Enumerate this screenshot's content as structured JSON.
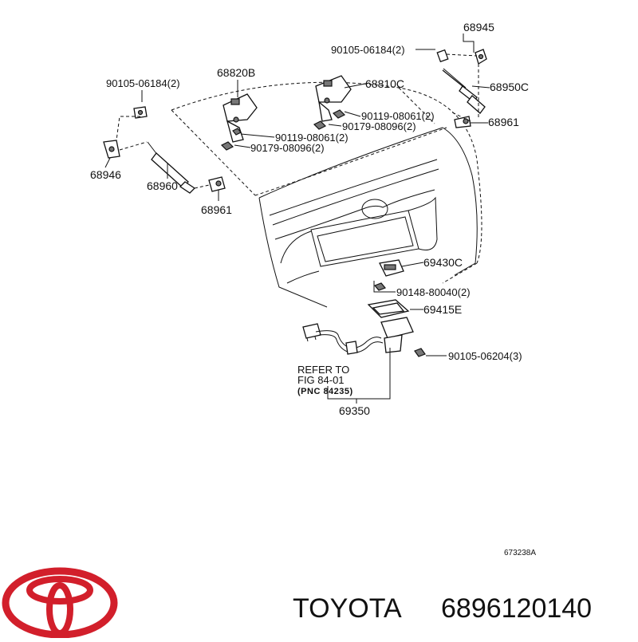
{
  "callouts": {
    "c68945": "68945",
    "c90105a": "90105-06184(2)",
    "c90105b": "90105-06184(2)",
    "c68820b": "68820B",
    "c68810c": "68810C",
    "c68950c": "68950C",
    "c90119a": "90119-08061(2)",
    "c90179a": "90179-08096(2)",
    "c90119b": "90119-08061(2)",
    "c90179b": "90179-08096(2)",
    "c68961a": "68961",
    "c68946": "68946",
    "c68960": "68960",
    "c68961b": "68961",
    "c69430c": "69430C",
    "c90148": "90148-80040(2)",
    "c69415e": "69415E",
    "c90105c": "90105-06204(3)",
    "c69350": "69350"
  },
  "refer": {
    "line1": "REFER TO",
    "line2": "FIG 84-01",
    "line3": "(PNC  84235)"
  },
  "figure_code": "673238A",
  "brand": "TOYOTA",
  "part_number": "6896120140",
  "colors": {
    "logo_red": "#d21f2b",
    "ink": "#111111"
  }
}
